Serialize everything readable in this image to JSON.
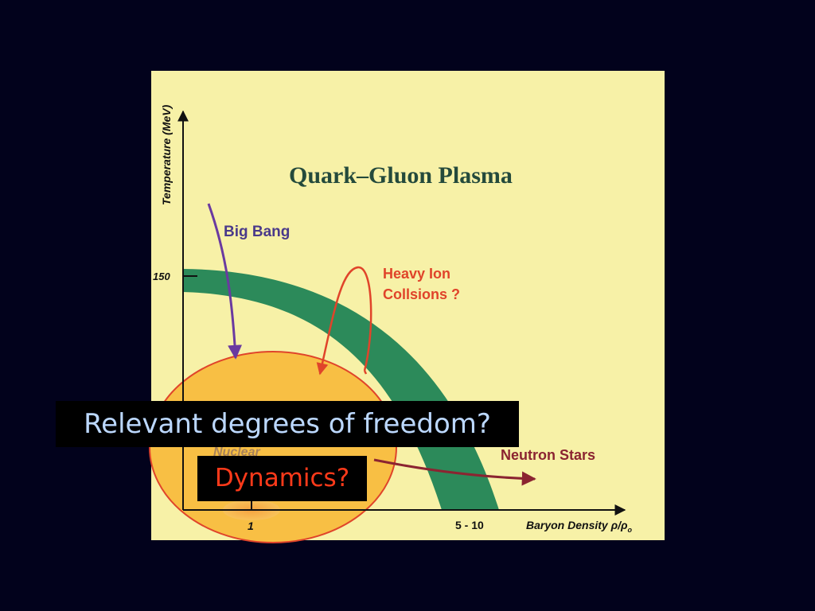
{
  "diagram": {
    "title": "Quark–Gluon Plasma",
    "y_axis_label": "Temperature (MeV)",
    "x_axis_label": "Baryon Density ρ/ρ",
    "x_axis_label_sub": "o",
    "y_tick_label": "150",
    "x_tick_label_1": "1",
    "x_tick_label_2": "5 - 10",
    "label_big_bang": "Big Bang",
    "label_heavy_ion_line1": "Heavy Ion",
    "label_heavy_ion_line2": "Collsions ?",
    "label_neutron_stars": "Neutron Stars",
    "label_nuclear": "Nuclear"
  },
  "callouts": {
    "degrees_of_freedom": "Relevant degrees of freedom?",
    "dynamics": "Dynamics?"
  },
  "colors": {
    "background": "#02021c",
    "panel": "#f7f1a7",
    "transition_band": "#2c8a5a",
    "big_bang_arrow": "#6a3aa0",
    "heavy_ion_arrow": "#e0442a",
    "neutron_star_arrow": "#8b2431",
    "highlight_ellipse": "#f8bf44",
    "callout_blue": "#bcd8ff",
    "callout_red": "#ff3a1a"
  }
}
